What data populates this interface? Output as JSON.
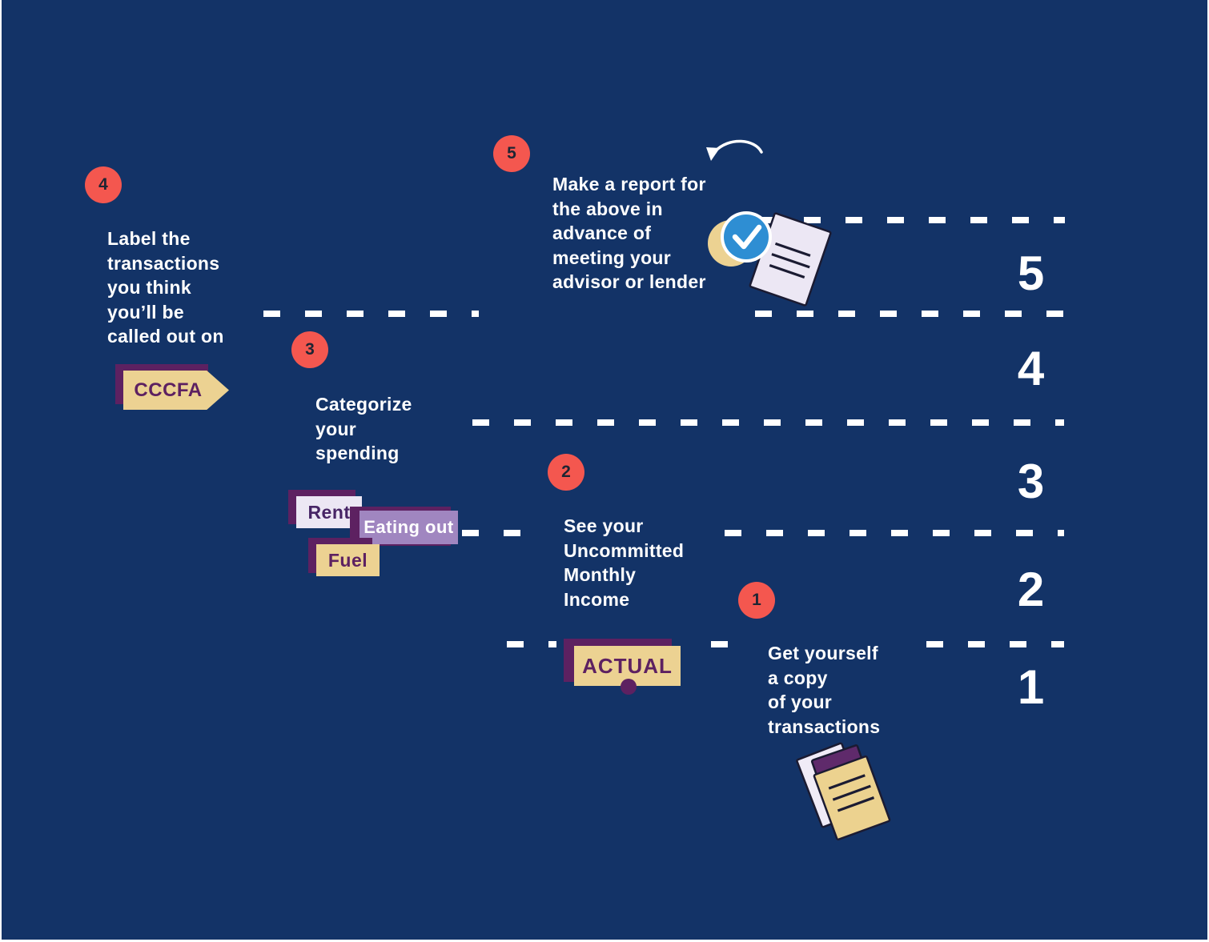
{
  "colors": {
    "background": "#133367",
    "accent_red": "#f4574f",
    "tan": "#ecd292",
    "purple_dark": "#5d2161",
    "purple_mid": "#a086c0",
    "lavender": "#ece7f4",
    "check_blue": "#2e8ed3",
    "white": "#ffffff",
    "ink": "#1e2533"
  },
  "lane_numbers": [
    "5",
    "4",
    "3",
    "2",
    "1"
  ],
  "steps": {
    "s1": {
      "num": "1",
      "lines": [
        "Get yourself",
        "a copy",
        "of your",
        "transactions"
      ]
    },
    "s2": {
      "num": "2",
      "lines": [
        "See your",
        "Uncommitted",
        "Monthly",
        "Income"
      ],
      "tag": "ACTUAL"
    },
    "s3": {
      "num": "3",
      "lines": [
        "Categorize",
        "your",
        "spending"
      ],
      "tags": [
        "Rent",
        "Eating out",
        "Fuel"
      ]
    },
    "s4": {
      "num": "4",
      "lines": [
        "Label the",
        "transactions",
        "you think",
        "you’ll be",
        "called out on"
      ],
      "tag": "CCCFA"
    },
    "s5": {
      "num": "5",
      "lines": [
        "Make a report for",
        "the above in",
        "advance of",
        "meeting your",
        "advisor or lender"
      ]
    }
  },
  "icons": {
    "step5_arrow": "curved-arrow-icon",
    "step5_check": "check-circle-icon",
    "step5_doc": "report-document-icon",
    "step1_docs": "transactions-documents-icon"
  }
}
